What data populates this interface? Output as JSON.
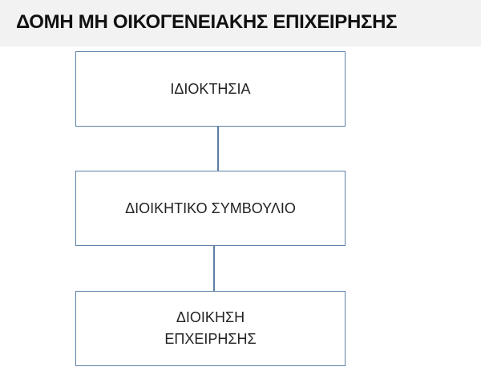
{
  "title": "ΔΟΜΗ ΜΗ ΟΙΚΟΓΕΝΕΙΑΚΗΣ ΕΠΙΧΕΙΡΗΣΗΣ",
  "nodes": [
    {
      "id": "ownership",
      "lines": [
        "ΙΔΙΟΚΤΗΣΙΑ"
      ]
    },
    {
      "id": "board",
      "lines": [
        "ΔΙΟΙΚΗΤΙΚΟ ΣΥΜΒΟΥΛΙΟ"
      ]
    },
    {
      "id": "management",
      "lines": [
        "ΔΙΟΙΚΗΣΗ",
        "ΕΠΧΕΙΡΗΣΗΣ"
      ]
    }
  ],
  "edges": [
    {
      "from": "ownership",
      "to": "board"
    },
    {
      "from": "board",
      "to": "management"
    }
  ],
  "colors": {
    "box_border": "#5b7fa6",
    "title_background": "#f2f2f2",
    "text": "#222222"
  }
}
